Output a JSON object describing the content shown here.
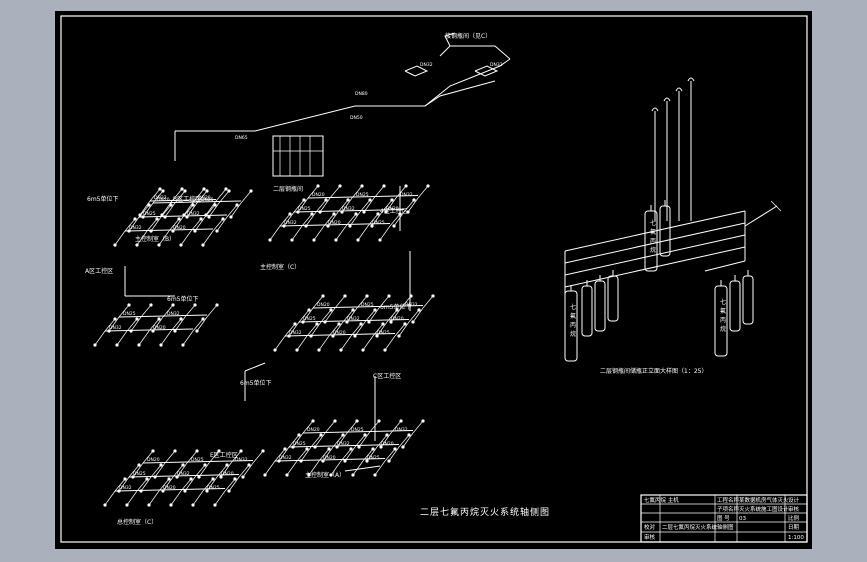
{
  "drawing": {
    "main_title": "二层七氟丙烷灭火系统轴侧图",
    "storage_caption": "二层钢瓶间储瓶正立面大样图（1：25）",
    "notes": {
      "top_gas_source": "接钢瓶间（见C）",
      "near_station_a": "二层钢瓶间",
      "zone_labels": [
        "B区工控区",
        "4区工控区",
        "A区工控区",
        "C区工控区",
        "E区工控区"
      ],
      "down_labels": [
        "6m5单位下",
        "6m5单位下",
        "6m5单位下",
        "6m5单位下"
      ],
      "room_labels": [
        "主控制室（B）",
        "主控制室（C）",
        "总控制室（C）",
        "主控制室（A）"
      ]
    },
    "pipe_tags": {
      "large": [
        "DN80",
        "DN65",
        "DN50",
        "DN40"
      ],
      "small": [
        "DN32",
        "DN25",
        "DN20"
      ]
    },
    "cylinder_label": "七氟丙烷",
    "title_block": {
      "rows": [
        [
          "七氟丙烷 主机",
          "工程名称",
          "某数据机房气体灭火",
          "设计"
        ],
        [
          "",
          "子项名称",
          "灭火系统施工图设计",
          "审核"
        ],
        [
          "",
          "图 号",
          "03",
          "比例"
        ],
        [
          "校对",
          "",
          "二层七氟丙烷灭火系统轴侧图",
          "日期"
        ],
        [
          "审核",
          "",
          "",
          "1:100"
        ]
      ]
    }
  }
}
